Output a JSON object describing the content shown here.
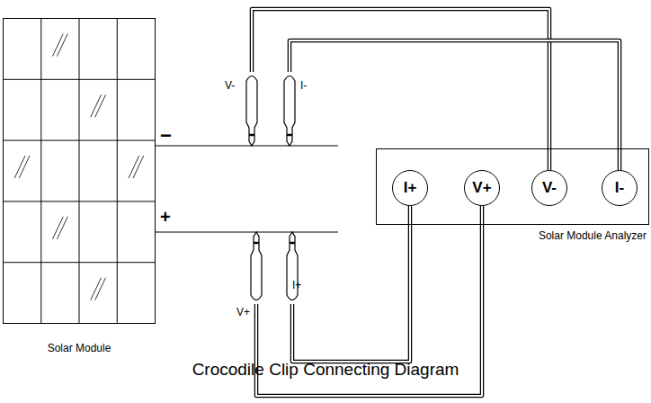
{
  "diagram": {
    "caption": "Crocodile Clip Connecting Diagram",
    "nodes": [
      {
        "text": [
          "Solar Module"
        ]
      },
      {
        "text": [
          "V-"
        ]
      },
      {
        "text": [
          "I-"
        ]
      },
      {
        "text": [
          "Solar Module Analyzer"
        ]
      },
      {
        "text": [
          "I+"
        ],
        "in": 3
      },
      {
        "text": [
          "V+"
        ],
        "in": 3
      },
      {
        "text": [
          "V-"
        ],
        "in": 3
      },
      {
        "text": [
          "I-"
        ],
        "in": 3
      },
      {
        "text": [
          "V+"
        ]
      },
      {
        "text": [
          "I+"
        ]
      }
    ],
    "edges": [
      {
        "from": 1,
        "to": 6,
        "arrow": "none"
      },
      {
        "from": 2,
        "to": 7,
        "arrow": "none"
      },
      {
        "from": 8,
        "to": 5,
        "arrow": "none"
      },
      {
        "from": 9,
        "to": 4,
        "arrow": "none"
      }
    ],
    "labels": [
      "−",
      "+"
    ]
  }
}
